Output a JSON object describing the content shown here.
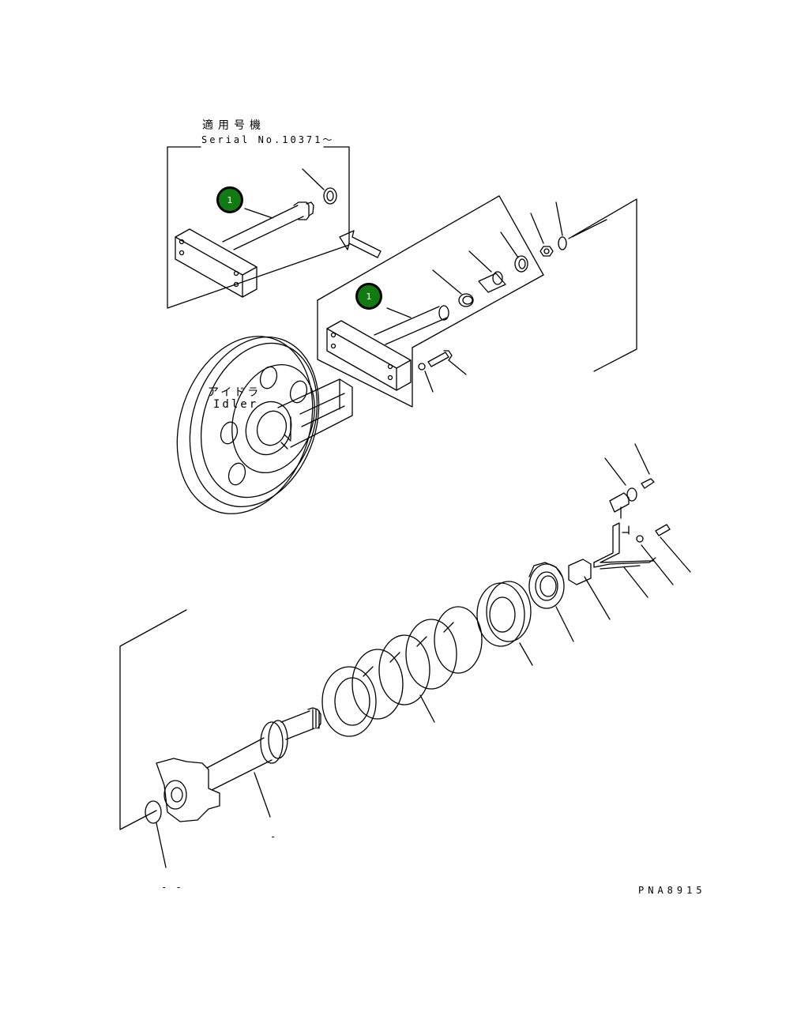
{
  "header": {
    "applicable_label": "適用号機",
    "serial_label": "Serial No.10371～"
  },
  "idler_label": {
    "jp": "アイドラ",
    "en": "Idler"
  },
  "callouts": [
    {
      "number": "1",
      "color": "#117a11"
    },
    {
      "number": "1",
      "color": "#117a11"
    }
  ],
  "drawing_code": "PNA8915",
  "stray_marks": [
    "-",
    "- -"
  ]
}
